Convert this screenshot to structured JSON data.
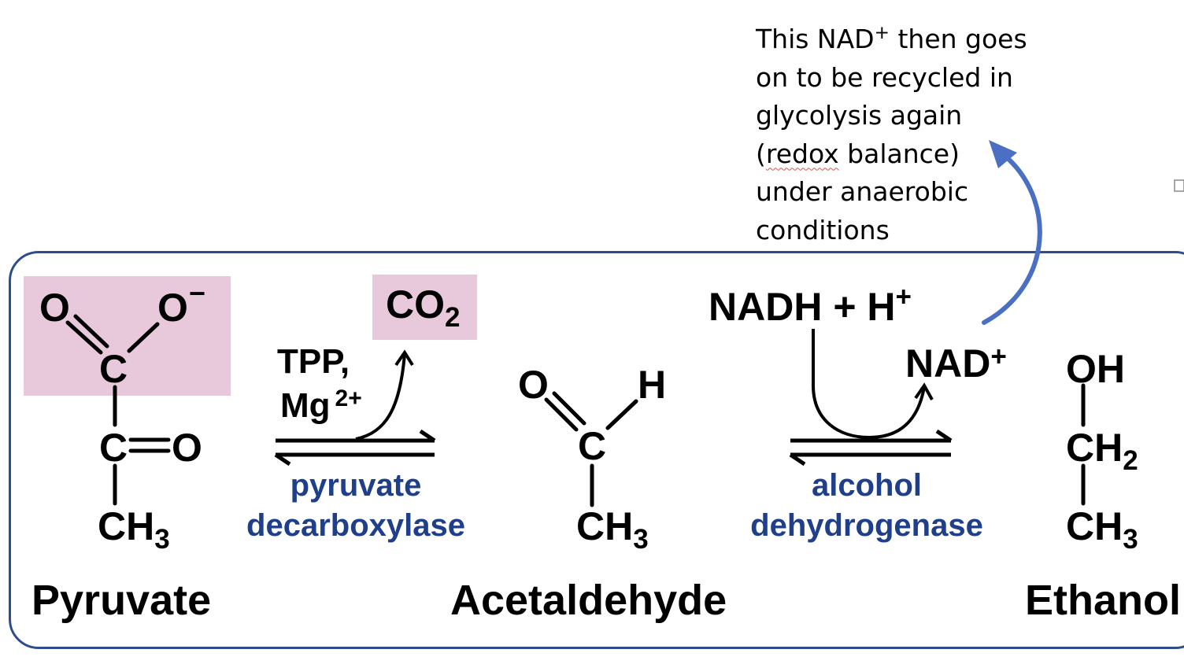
{
  "note": {
    "line1_pre": "This NAD",
    "line1_sup": "+",
    "line1_post": " then goes",
    "line2": "on to be recycled in",
    "line3": "glycolysis again",
    "line4_open": "(",
    "line4_word": "redox",
    "line4_rest": " balance)",
    "line5": "under anaerobic",
    "line6": "conditions"
  },
  "pyruvate": {
    "o_left": "O",
    "o_right": "O",
    "o_charge": "−",
    "c_top": "C",
    "c_mid": "C",
    "eq_o": "O",
    "ch3_base": "CH",
    "ch3_sub": "3",
    "name": "Pyruvate"
  },
  "step1": {
    "cofactor1": "TPP,",
    "cofactor2_base": "Mg",
    "cofactor2_sup": "2+",
    "product_base": "CO",
    "product_sub": "2",
    "enzyme_line1": "pyruvate",
    "enzyme_line2": "decarboxylase"
  },
  "acetaldehyde": {
    "o": "O",
    "h": "H",
    "c": "C",
    "ch3_base": "CH",
    "ch3_sub": "3",
    "name": "Acetaldehyde"
  },
  "step2": {
    "reactant_base": "NADH + H",
    "reactant_sup": "+",
    "product_base": "NAD",
    "product_sup": "+",
    "enzyme_line1": "alcohol",
    "enzyme_line2": "dehydrogenase"
  },
  "ethanol": {
    "oh": "OH",
    "ch2_base": "CH",
    "ch2_sub": "2",
    "ch3_base": "CH",
    "ch3_sub": "3",
    "name": "Ethanol"
  },
  "colors": {
    "frame": "#2f4d8c",
    "highlight": "#e8c9dc",
    "enzyme_text": "#1f3f8a",
    "recycle_arrow": "#4a6fc3"
  }
}
